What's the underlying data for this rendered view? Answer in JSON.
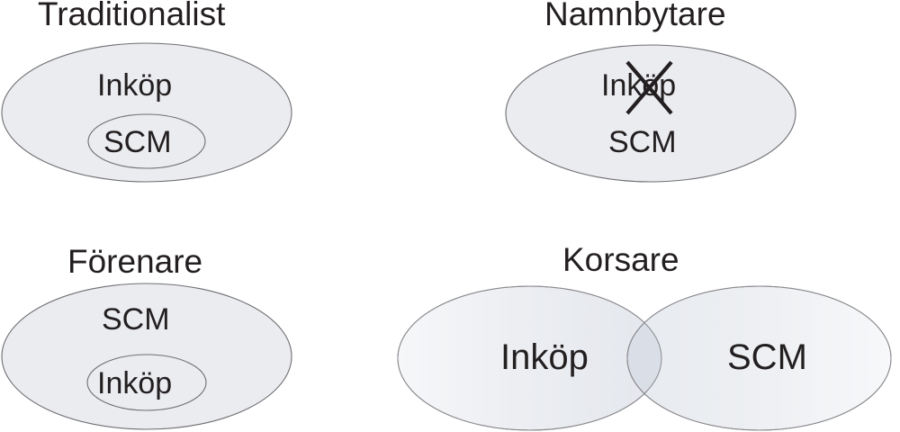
{
  "diagram": {
    "type": "venn-set-relationship-quadrants",
    "background_color": "#ffffff",
    "text_color": "#231f20",
    "ellipse_fill": "#ebecf0",
    "ellipse_stroke": "#6f6f73",
    "overlap_fill": "#dadee7",
    "gradient_light": "#f6f7f9",
    "gradient_dark": "#e4e7ed"
  },
  "quadrants": [
    {
      "id": "traditionalist",
      "title": "Traditionalist",
      "outer_label": "Inköp",
      "inner_label": "SCM",
      "relationship": "SCM contained within Inköp",
      "crossed_out": null
    },
    {
      "id": "namnbytare",
      "title": "Namnbytare",
      "outer_label": "Inköp",
      "inner_label": "SCM",
      "relationship": "Inköp renamed to SCM",
      "crossed_out": "Inköp"
    },
    {
      "id": "forenare",
      "title": "Förenare",
      "outer_label": "SCM",
      "inner_label": "Inköp",
      "relationship": "Inköp contained within SCM",
      "crossed_out": null
    },
    {
      "id": "korsare",
      "title": "Korsare",
      "left_label": "Inköp",
      "right_label": "SCM",
      "relationship": "Inköp and SCM partially overlap",
      "crossed_out": null
    }
  ]
}
